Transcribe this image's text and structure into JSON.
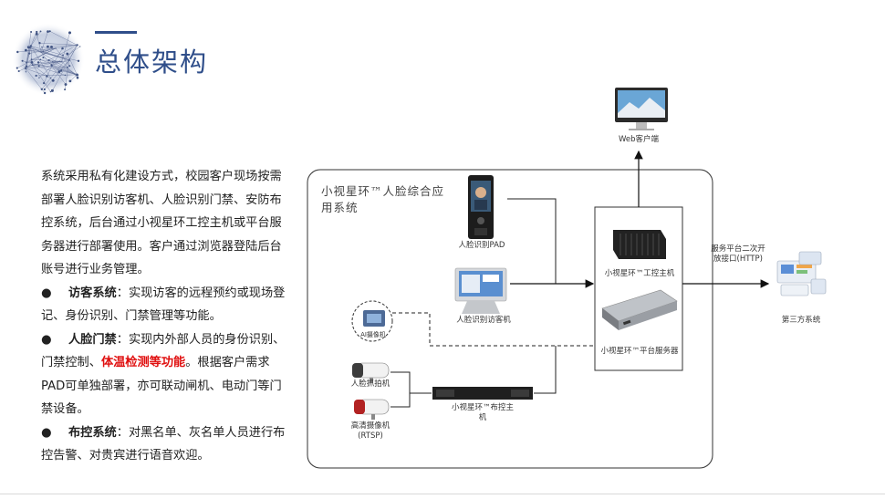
{
  "page": {
    "title": "总体架构"
  },
  "description": {
    "intro": "系统采用私有化建设方式，校园客户现场按需部署人脸识别访客机、人脸识别门禁、安防布控系统，后台通过小视星环工控主机或平台服务器进行部署使用。客户通过浏览器登陆后台账号进行业务管理。",
    "bullet": "●",
    "items": [
      {
        "head": "访客系统",
        "sep": "：",
        "text": "实现访客的远程预约或现场登记、身份识别、门禁管理等功能。"
      },
      {
        "head": "人脸门禁",
        "sep": "：",
        "text_before": "实现内外部人员的身份识别、门禁控制、",
        "highlight": "体温检测等功能",
        "text_after": "。根据客户需求PAD可单独部署，亦可联动闸机、电动门等门禁设备。"
      },
      {
        "head": "布控系统",
        "sep": "：",
        "text": "对黑名单、灰名单人员进行布控告警、对贵宾进行语音欢迎。"
      }
    ]
  },
  "diagram": {
    "system_title": "小视星环™人脸综合应用系统",
    "nodes": {
      "web_client": "Web客户端",
      "face_pad": "人脸识别PAD",
      "visitor_machine": "人脸识别访客机",
      "ai_box": "AI摄像机",
      "face_camera": "人脸抓拍机",
      "hd_camera": "高清摄像机",
      "hd_camera_sub": "(RTSP)",
      "deploy_host": "小视星环™布控主机",
      "industrial_host": "小视星环™工控主机",
      "platform_server": "小视星环™平台服务器",
      "third_party": "第三方系统"
    },
    "interface_label": "服务平台二次开放接口(HTTP)"
  },
  "colors": {
    "title": "#2f4e8a",
    "highlight": "#e01010"
  }
}
